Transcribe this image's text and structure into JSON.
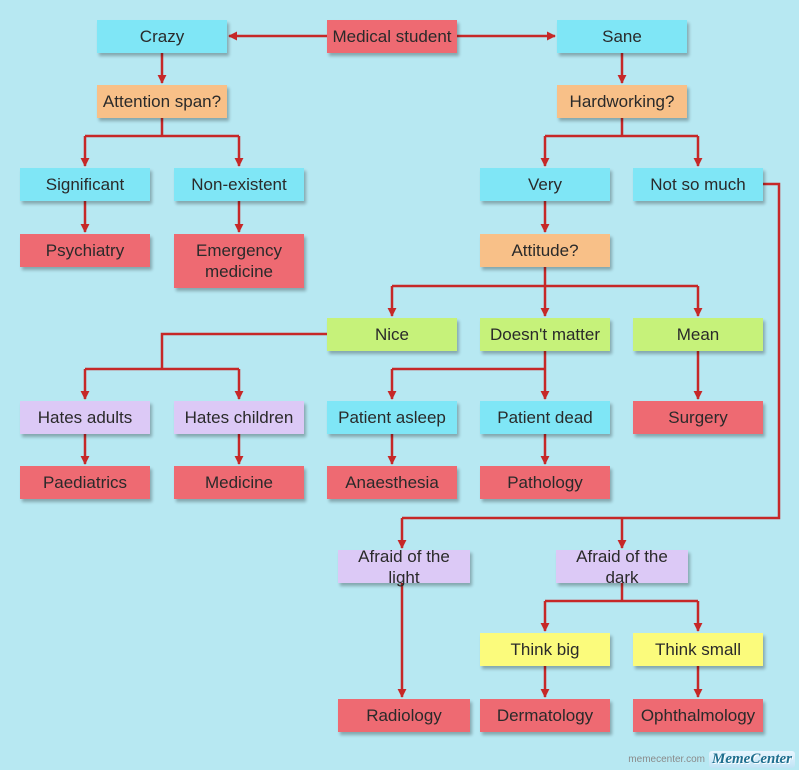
{
  "nodes": {
    "medical_student": "Medical student",
    "crazy": "Crazy",
    "sane": "Sane",
    "attention_span": "Attention span?",
    "hardworking": "Hardworking?",
    "significant": "Significant",
    "non_existent": "Non-existent",
    "very": "Very",
    "not_so_much": "Not so much",
    "psychiatry": "Psychiatry",
    "emergency_medicine": "Emergency\nmedicine",
    "attitude": "Attitude?",
    "nice": "Nice",
    "doesnt_matter": "Doesn't matter",
    "mean": "Mean",
    "hates_adults": "Hates adults",
    "hates_children": "Hates children",
    "patient_asleep": "Patient asleep",
    "patient_dead": "Patient dead",
    "surgery": "Surgery",
    "paediatrics": "Paediatrics",
    "medicine": "Medicine",
    "anaesthesia": "Anaesthesia",
    "pathology": "Pathology",
    "afraid_light": "Afraid of the light",
    "afraid_dark": "Afraid of the dark",
    "think_big": "Think big",
    "think_small": "Think small",
    "radiology": "Radiology",
    "dermatology": "Dermatology",
    "ophthalmology": "Ophthalmology"
  },
  "colors": {
    "background": "#b7e8f2",
    "connector": "#c62828",
    "outcome": "#ee6a72",
    "answer": "#7fe6f6",
    "question": "#f8c088",
    "attitude_answer": "#c6f27a",
    "preference": "#dcc9f6",
    "ambition": "#fbfb7c"
  },
  "footer": {
    "url": "memecenter.com",
    "logo": "MemeCenter"
  }
}
